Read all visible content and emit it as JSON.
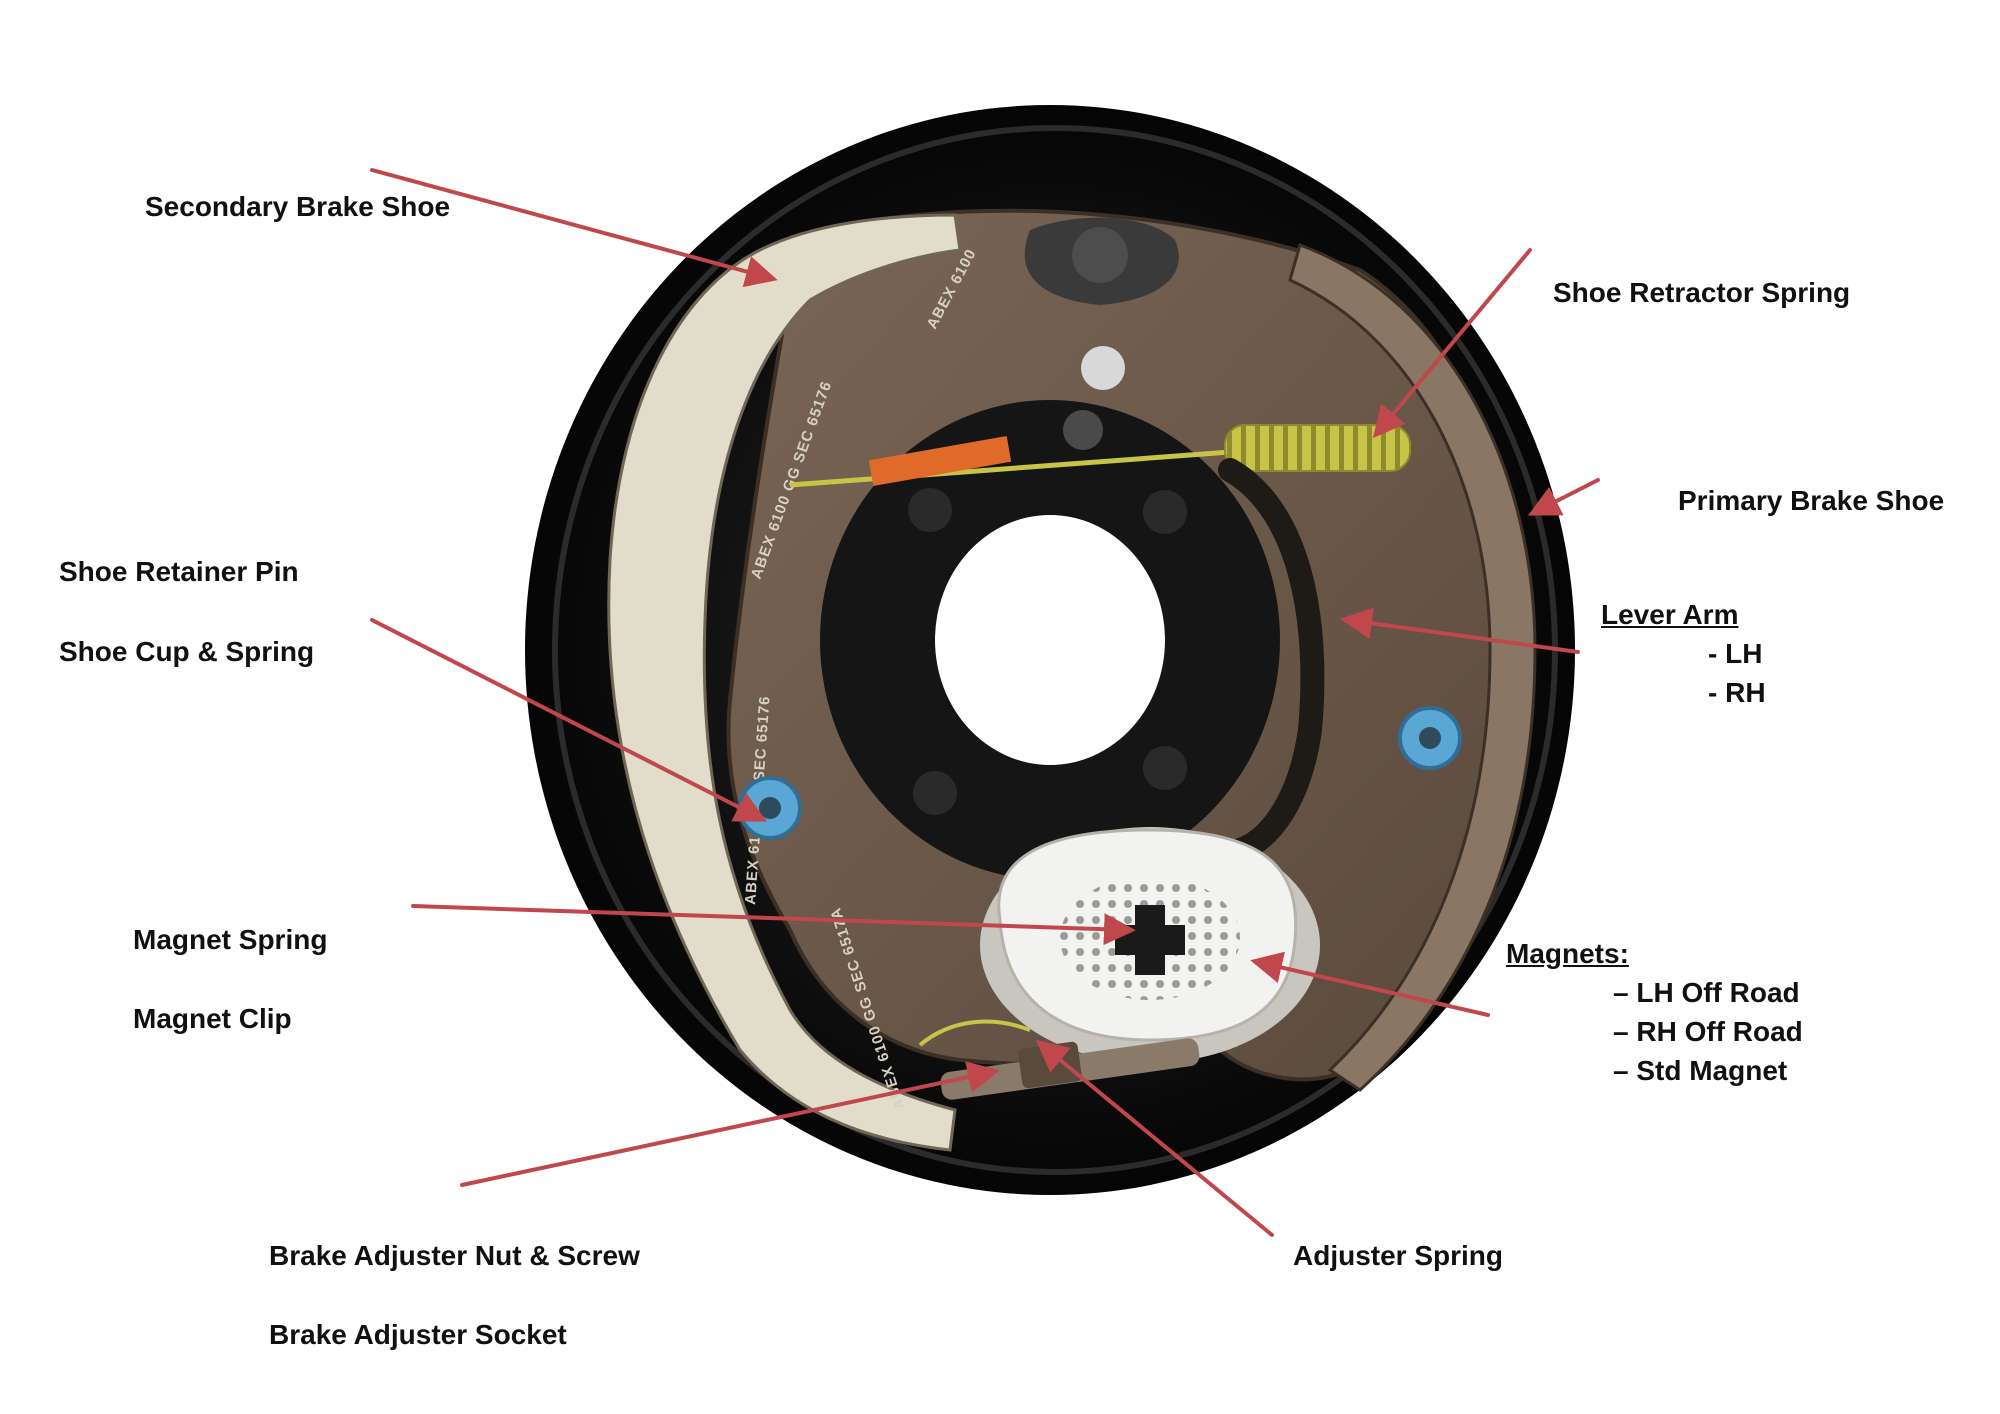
{
  "labels": {
    "secondary_brake_shoe": "Secondary Brake Shoe",
    "shoe_retractor_spring": "Shoe Retractor Spring",
    "primary_brake_shoe": "Primary Brake Shoe",
    "shoe_retainer_pin": "Shoe Retainer Pin",
    "shoe_cup_spring": "Shoe Cup & Spring",
    "lever_arm": "Lever Arm",
    "lever_lh": "- LH",
    "lever_rh": "- RH",
    "magnet_spring": "Magnet Spring",
    "magnet_clip": "Magnet Clip",
    "magnets": "Magnets:",
    "magnet_lh_off_road": "– LH Off Road",
    "magnet_rh_off_road": "– RH Off Road",
    "magnet_std": "– Std Magnet",
    "brake_adjuster_nut_screw": "Brake Adjuster Nut & Screw",
    "brake_adjuster_socket": "Brake Adjuster Socket",
    "adjuster_spring": "Adjuster Spring"
  },
  "lining_text": {
    "upper": "ABEX 6100",
    "mid": "ABEX 6100 GG SEC 65176",
    "left": "ABEX 6100 GG SEC 65176",
    "lower": "ABEX 6100 GG SEC 6517A"
  },
  "colors": {
    "arrow": "#c0474c",
    "text": "#111111",
    "lining": "#e2dccb",
    "shoe": "#6b5a4b",
    "backing_plate": "#0e0e0e",
    "retainer": "#5aa7d6",
    "spring": "#c8c448",
    "magnet": "#f2f2f0"
  }
}
